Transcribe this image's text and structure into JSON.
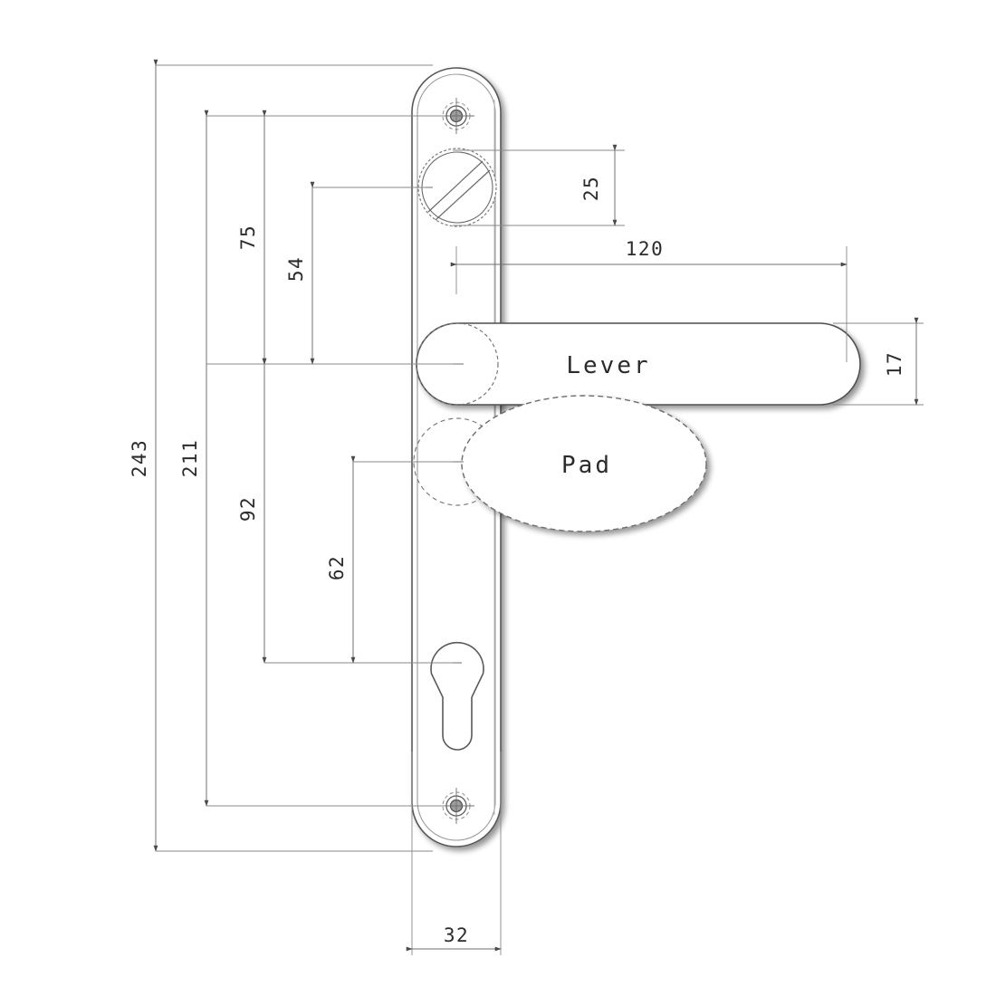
{
  "drawing": {
    "title": "Door Handle Backplate Technical Drawing",
    "units": "mm",
    "background_color": "#ffffff",
    "line_color": "#4a4a4a",
    "dim_line_color": "#6b6b6b",
    "text_color": "#2b2b2b",
    "shadow_color": "#c8c8c8"
  },
  "labels": {
    "lever": "Lever",
    "pad": "Pad"
  },
  "dimensions": {
    "overall_height": "243",
    "fixing_centres": "211",
    "turn_to_lever": "75",
    "turn_face_to_lever": "54",
    "turn_to_plate_top_edge": "25",
    "lever_projection": "120",
    "lever_thickness": "17",
    "lever_to_keyhole": "92",
    "pad_to_keyhole": "62",
    "plate_width": "32"
  },
  "dimension_list": [
    {
      "id": "d-243",
      "value": "243",
      "orientation": "vertical",
      "description": "overall plate height"
    },
    {
      "id": "d-211",
      "value": "211",
      "orientation": "vertical",
      "description": "fixing screw centres"
    },
    {
      "id": "d-75",
      "value": "75",
      "orientation": "vertical",
      "description": "top screw to lever centre"
    },
    {
      "id": "d-54",
      "value": "54",
      "orientation": "vertical",
      "description": "thumbturn centre to lever centre"
    },
    {
      "id": "d-25",
      "value": "25",
      "orientation": "vertical",
      "description": "thumbturn diameter"
    },
    {
      "id": "d-120",
      "value": "120",
      "orientation": "horizontal",
      "description": "lever projection from plate face"
    },
    {
      "id": "d-17",
      "value": "17",
      "orientation": "vertical",
      "description": "lever bar thickness"
    },
    {
      "id": "d-92",
      "value": "92",
      "orientation": "vertical",
      "description": "lever centre to keyhole centre"
    },
    {
      "id": "d-62",
      "value": "62",
      "orientation": "vertical",
      "description": "pad centre to keyhole centre"
    },
    {
      "id": "d-32",
      "value": "32",
      "orientation": "horizontal",
      "description": "backplate width"
    }
  ],
  "features": [
    {
      "id": "top-fixing-hole",
      "name": "top fixing screw hole"
    },
    {
      "id": "thumbturn",
      "name": "knurled thumbturn"
    },
    {
      "id": "lever-handle",
      "name": "lever handle"
    },
    {
      "id": "thumb-pad",
      "name": "thumb pad"
    },
    {
      "id": "euro-keyhole",
      "name": "euro profile cylinder keyhole"
    },
    {
      "id": "bottom-fixing-hole",
      "name": "bottom fixing screw hole"
    },
    {
      "id": "backplate",
      "name": "backplate"
    }
  ]
}
